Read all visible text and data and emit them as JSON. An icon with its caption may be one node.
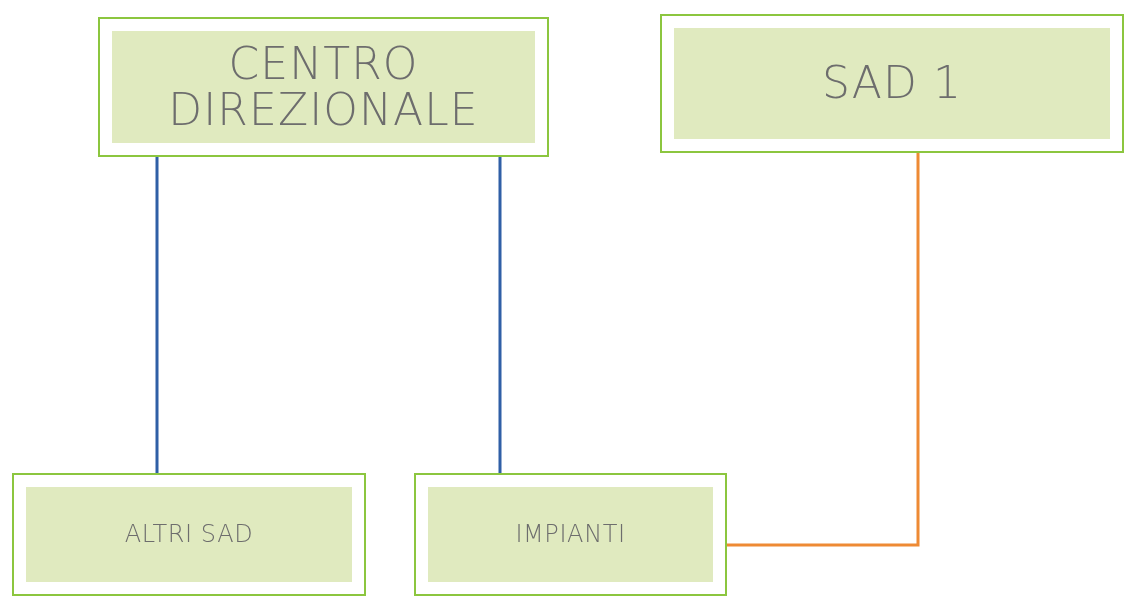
{
  "diagram": {
    "nodes": [
      {
        "text": [
          "CENTRO DIREZIONALE"
        ]
      },
      {
        "text": [
          "SAD 1"
        ]
      },
      {
        "text": [
          "ALTRI SAD"
        ]
      },
      {
        "text": [
          "IMPIANTI"
        ]
      }
    ],
    "edges": [
      {
        "from": 0,
        "to": 2,
        "arrow": "none"
      },
      {
        "from": 0,
        "to": 3,
        "arrow": "none"
      },
      {
        "from": 1,
        "to": 3,
        "arrow": "none",
        "color": "#ee8a34"
      }
    ]
  }
}
